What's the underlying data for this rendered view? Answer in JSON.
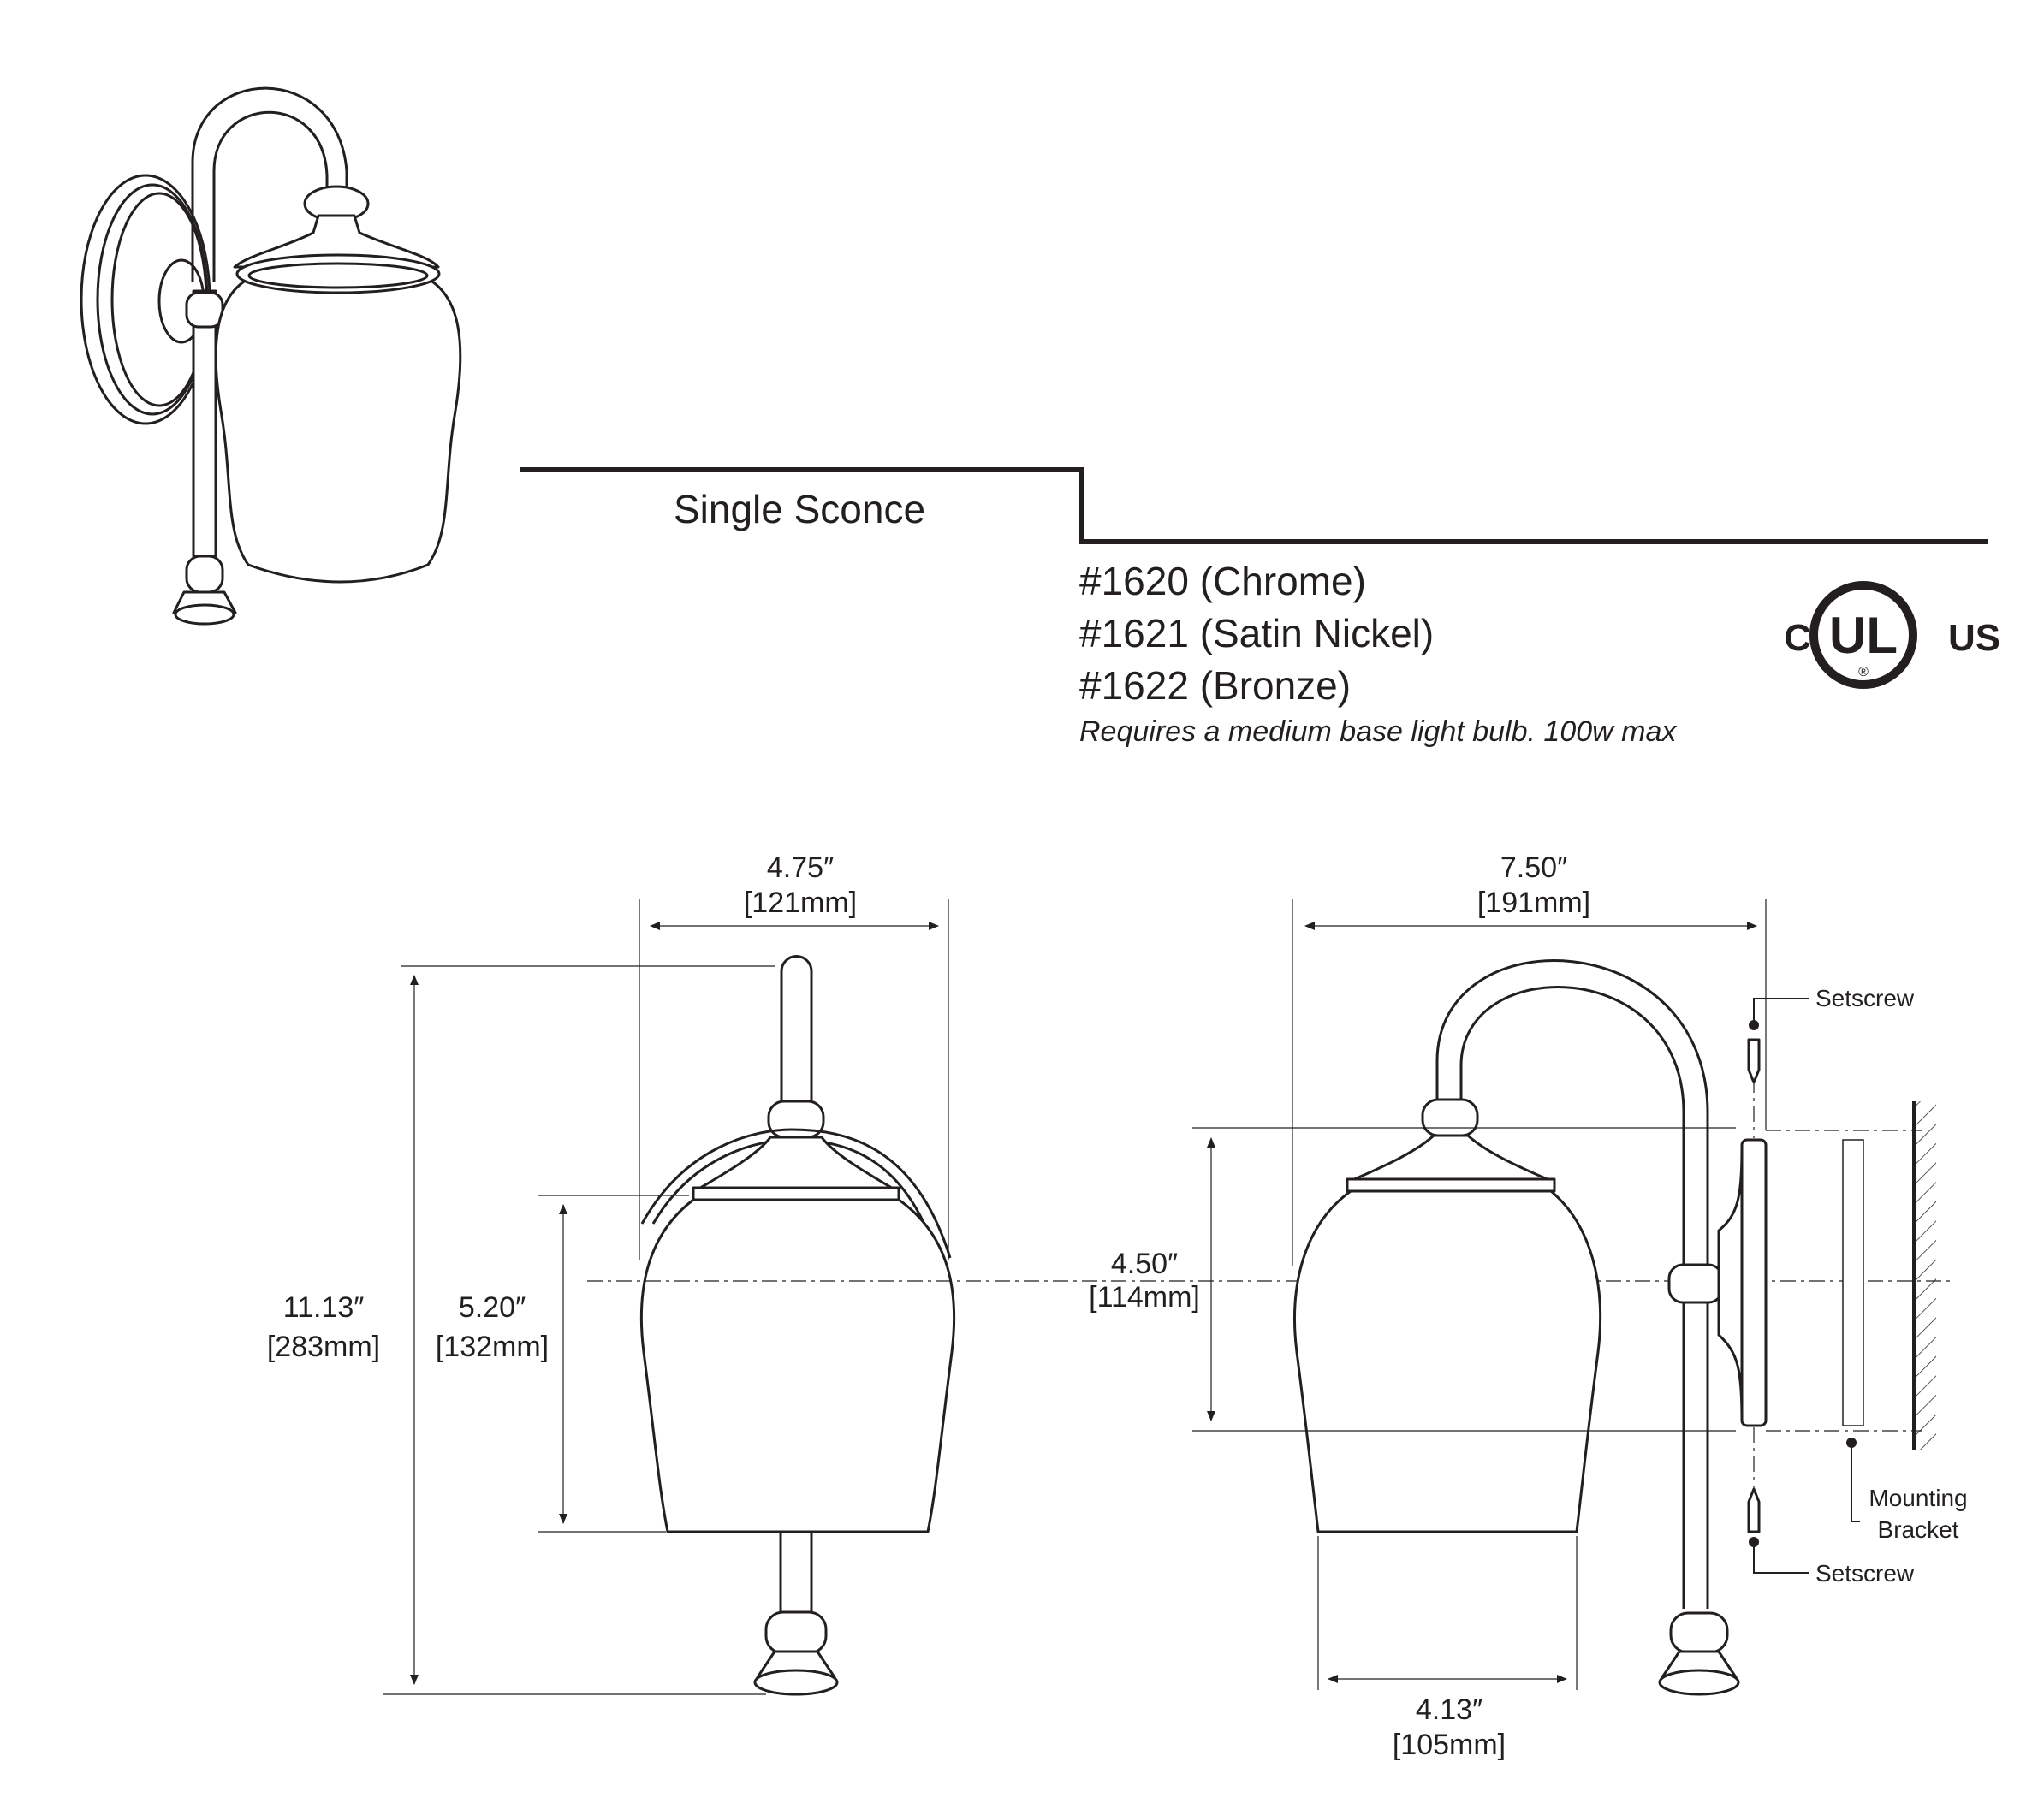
{
  "title": "Single Sconce",
  "models": [
    "#1620 (Chrome)",
    "#1621 (Satin Nickel)",
    "#1622 (Bronze)"
  ],
  "note": "Requires a medium base light bulb. 100w max",
  "certification": {
    "mark": "UL",
    "left": "C",
    "right": "US",
    "registered": "®"
  },
  "front_view": {
    "width": {
      "in": "4.75″",
      "mm": "[121mm]"
    },
    "height": {
      "in": "11.13″",
      "mm": "[283mm]"
    },
    "shade_height": {
      "in": "5.20″",
      "mm": "[132mm]"
    }
  },
  "side_view": {
    "projection": {
      "in": "7.50″",
      "mm": "[191mm]"
    },
    "backplate": {
      "in": "4.50″",
      "mm": "[114mm]"
    },
    "shade_width": {
      "in": "4.13″",
      "mm": "[105mm]"
    },
    "callouts": {
      "setscrew_top": "Setscrew",
      "setscrew_bottom": "Setscrew",
      "bracket_line1": "Mounting",
      "bracket_line2": "Bracket"
    }
  }
}
